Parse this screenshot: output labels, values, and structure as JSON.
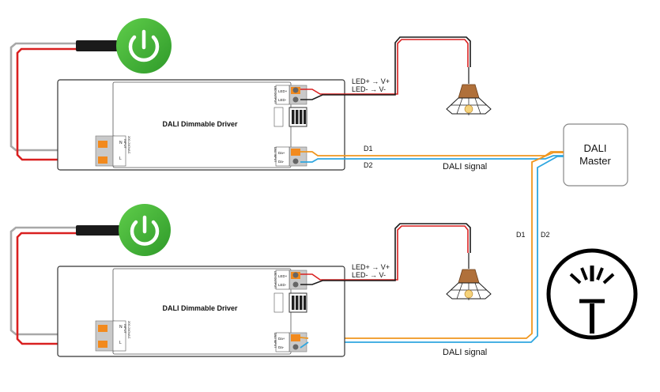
{
  "driver_top": {
    "title": "DALI Dimmable Driver",
    "ac_n": "N",
    "ac_l": "L",
    "ac_side_label": "200-240VAC",
    "ac_side_label2": "INPUT",
    "led_side_label": "LED OUTPUT",
    "led_plus": "LED+",
    "led_minus": "LED-",
    "dali_side_label": "DALI INPUT",
    "da_plus": "Da+",
    "da_minus": "Da-"
  },
  "driver_bottom": {
    "title": "DALI Dimmable Driver",
    "ac_n": "N",
    "ac_l": "L",
    "ac_side_label": "200-240VAC",
    "ac_side_label2": "INPUT",
    "led_side_label": "LED OUTPUT",
    "led_plus": "LED+",
    "led_minus": "LED-",
    "dali_side_label": "DALI INPUT",
    "da_plus": "Da+",
    "da_minus": "Da-"
  },
  "wiring_top": {
    "led_plus_line": "LED+ → V+",
    "led_minus_line": "LED- → V-",
    "d1": "D1",
    "d2": "D2",
    "signal": "DALI signal"
  },
  "wiring_bottom": {
    "led_plus_line": "LED+ → V+",
    "led_minus_line": "LED- → V-",
    "signal": "DALI signal"
  },
  "vertical_bus": {
    "d1": "D1",
    "d2": "D2"
  },
  "master": {
    "line1": "DALI",
    "line2": "Master"
  },
  "colors": {
    "wire_red": "#d92020",
    "wire_grey": "#a8a8a8",
    "wire_black": "#1a1a1a",
    "dali_orange": "#f0961e",
    "dali_blue": "#2ea6e0",
    "power_green": "#46b83a",
    "terminal_orange": "#f28a1e"
  },
  "icons": [
    "power-button-icon",
    "pendant-lamp-icon",
    "dali-logo-icon"
  ]
}
